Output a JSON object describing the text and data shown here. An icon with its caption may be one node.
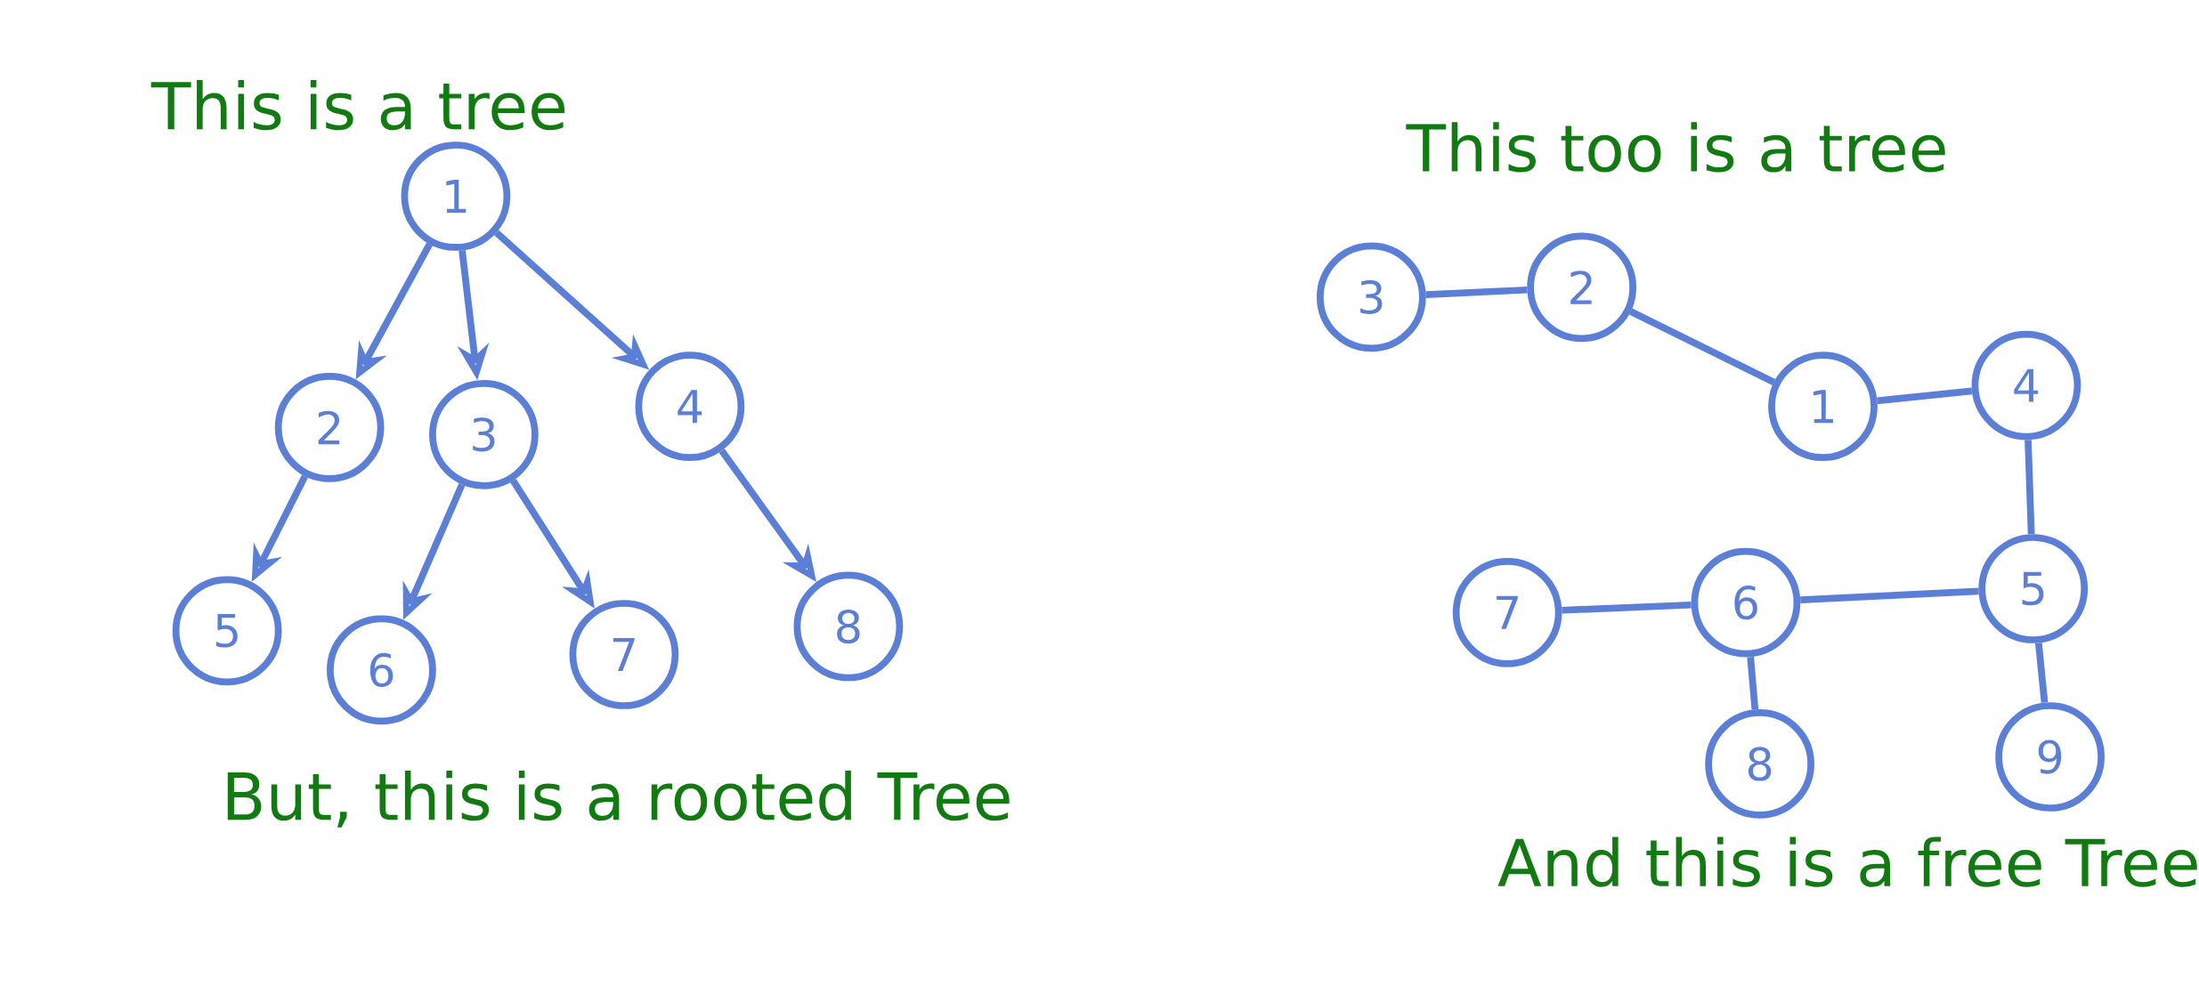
{
  "diagram": {
    "nodes": [
      {
        "text": [
          "1"
        ]
      },
      {
        "text": [
          "2"
        ]
      },
      {
        "text": [
          "3"
        ]
      },
      {
        "text": [
          "4"
        ]
      },
      {
        "text": [
          "5"
        ]
      },
      {
        "text": [
          "6"
        ]
      },
      {
        "text": [
          "7"
        ]
      },
      {
        "text": [
          "8"
        ]
      },
      {
        "text": [
          "3"
        ]
      },
      {
        "text": [
          "2"
        ]
      },
      {
        "text": [
          "1"
        ]
      },
      {
        "text": [
          "4"
        ]
      },
      {
        "text": [
          "7"
        ]
      },
      {
        "text": [
          "6"
        ]
      },
      {
        "text": [
          "5"
        ]
      },
      {
        "text": [
          "8"
        ]
      },
      {
        "text": [
          "9"
        ]
      }
    ],
    "edges": [
      {
        "from": 0,
        "to": 1,
        "arrow": "to"
      },
      {
        "from": 0,
        "to": 2,
        "arrow": "to"
      },
      {
        "from": 0,
        "to": 3,
        "arrow": "to"
      },
      {
        "from": 1,
        "to": 4,
        "arrow": "to"
      },
      {
        "from": 2,
        "to": 5,
        "arrow": "to"
      },
      {
        "from": 2,
        "to": 6,
        "arrow": "to"
      },
      {
        "from": 3,
        "to": 7,
        "arrow": "to"
      },
      {
        "from": 8,
        "to": 9,
        "arrow": "none"
      },
      {
        "from": 9,
        "to": 10,
        "arrow": "none"
      },
      {
        "from": 10,
        "to": 11,
        "arrow": "none"
      },
      {
        "from": 11,
        "to": 14,
        "arrow": "none"
      },
      {
        "from": 14,
        "to": 13,
        "arrow": "none"
      },
      {
        "from": 12,
        "to": 13,
        "arrow": "none"
      },
      {
        "from": 13,
        "to": 15,
        "arrow": "none"
      },
      {
        "from": 14,
        "to": 16,
        "arrow": "none"
      }
    ],
    "labels": [
      "This is a tree",
      "This too is a tree",
      "But, this is a rooted Tree",
      "And this is a free Tree"
    ]
  }
}
